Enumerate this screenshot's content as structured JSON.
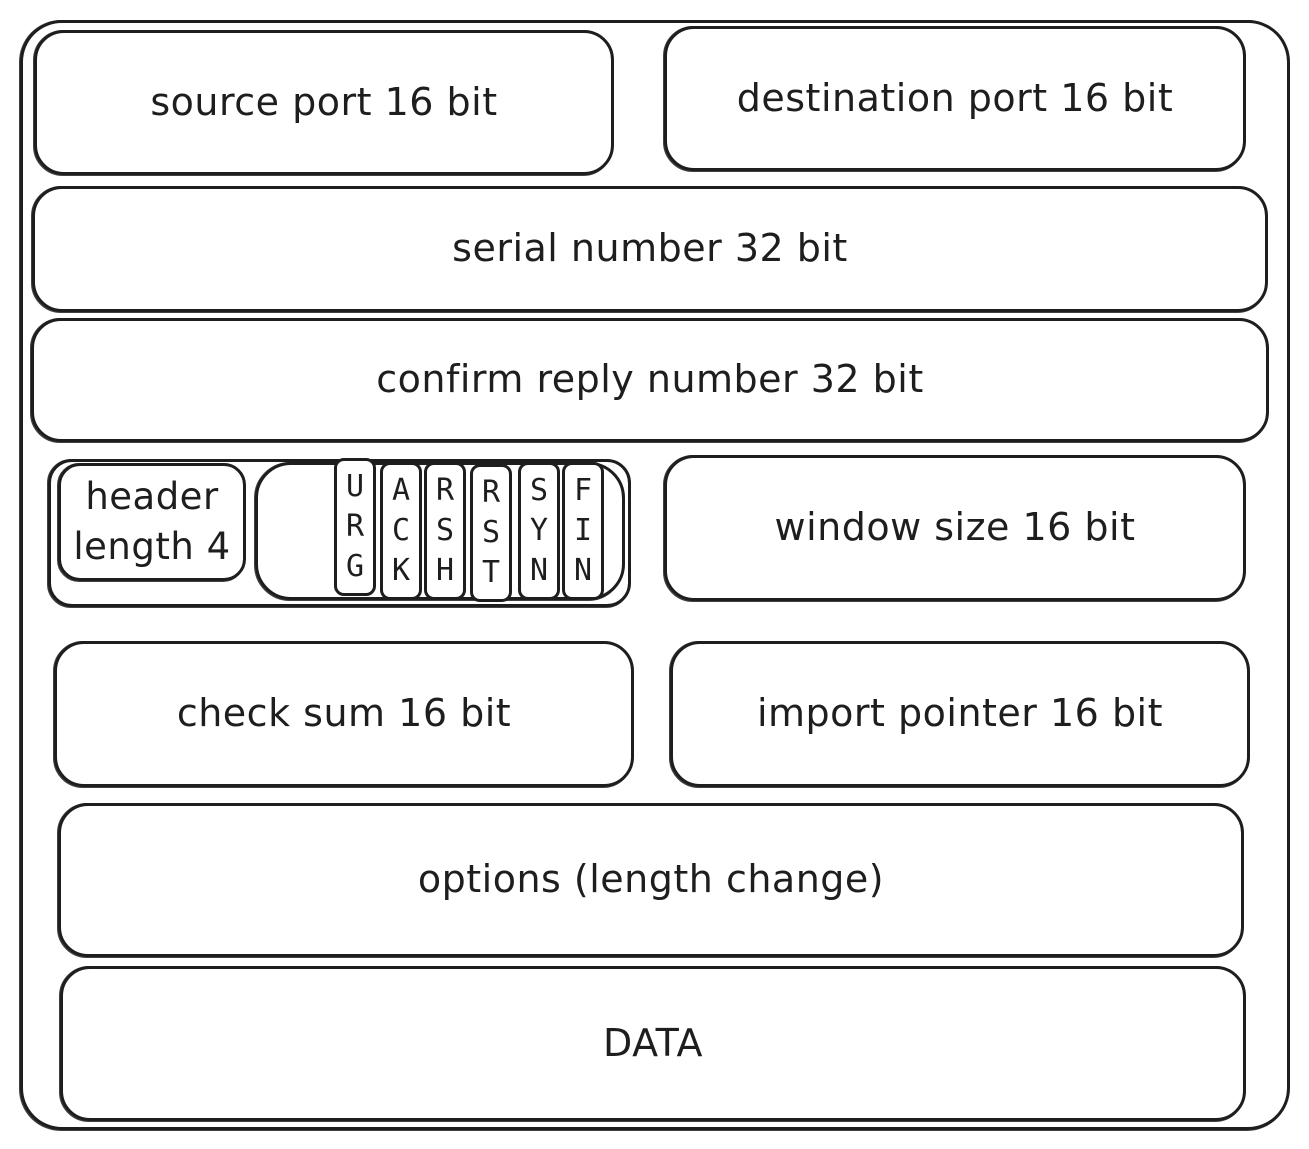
{
  "diagram": {
    "fields": {
      "source_port": "source port 16 bit",
      "destination_port": "destination port 16 bit",
      "serial_number": "serial number 32 bit",
      "confirm_reply_number": "confirm reply number 32 bit",
      "header_length": "header length 4",
      "window_size": "window size 16 bit",
      "check_sum": "check sum 16 bit",
      "import_pointer": "import pointer 16 bit",
      "options": "options (length change)",
      "data": "DATA"
    },
    "flags": [
      {
        "letters": [
          "U",
          "R",
          "G"
        ]
      },
      {
        "letters": [
          "A",
          "C",
          "K"
        ]
      },
      {
        "letters": [
          "R",
          "S",
          "H"
        ]
      },
      {
        "letters": [
          "R",
          "S",
          "T"
        ]
      },
      {
        "letters": [
          "S",
          "Y",
          "N"
        ]
      },
      {
        "letters": [
          "F",
          "I",
          "N"
        ]
      }
    ]
  },
  "colors": {
    "stroke": "#1e1e1e",
    "background": "#ffffff"
  }
}
